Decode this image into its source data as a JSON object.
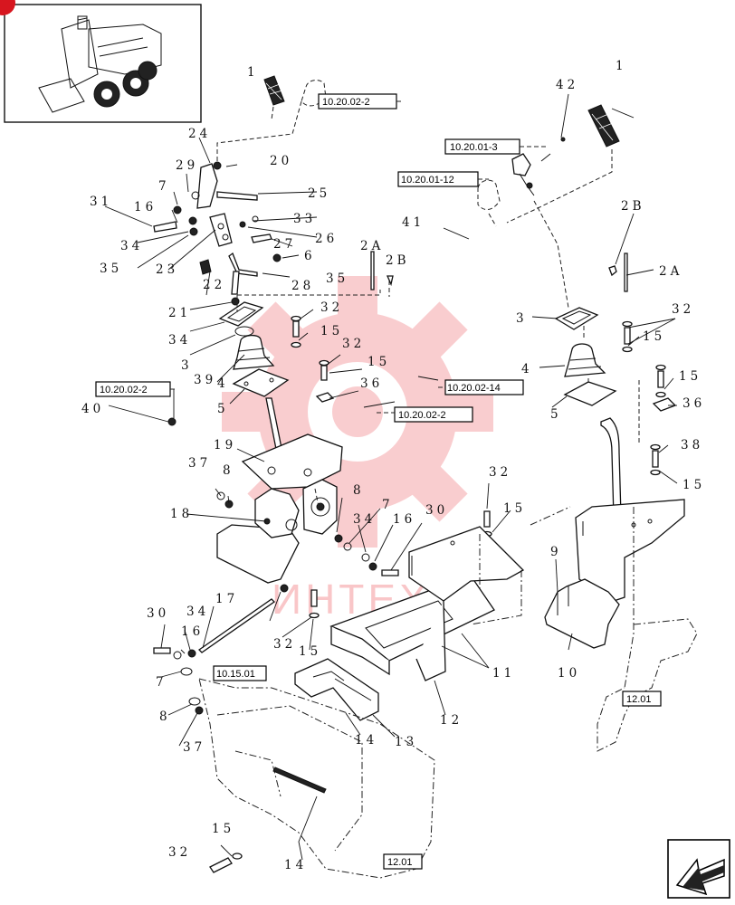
{
  "references": {
    "r1": "10.20.02-2",
    "r2": "10.20.01-3",
    "r3": "10.20.01-12",
    "r4": "10.20.02-2",
    "r5": "10.20.02-14",
    "r6": "10.20.02-2",
    "r7": "10.15.01",
    "r8": "12.01",
    "r9": "12.01"
  },
  "callouts": {
    "c1a": "1",
    "c1b": "1",
    "c42": "42",
    "c24": "24",
    "c20": "20",
    "c29": "29",
    "c25": "25",
    "c7a": "7",
    "c31a": "31",
    "c16a": "16",
    "c33": "33",
    "c26": "26",
    "c34a": "34",
    "c27": "27",
    "c6": "6",
    "c35a": "35",
    "c23": "23",
    "c35b": "35",
    "c22": "22",
    "c28": "28",
    "c2a": "2A",
    "c2b": "2B",
    "c2b2": "2B",
    "c2a2": "2A",
    "c41": "41",
    "c21": "21",
    "c32a": "32",
    "c34b": "34",
    "c15a": "15",
    "c32b": "32",
    "c3a": "3",
    "c39": "39",
    "c15b": "15",
    "c4a": "4",
    "c36a": "36",
    "c5a": "5",
    "c40": "40",
    "c3b": "3",
    "c32c": "32",
    "c15c": "15",
    "c4b": "4",
    "c15d": "15",
    "c36b": "36",
    "c5b": "5",
    "c38": "38",
    "c15e": "15",
    "c19": "19",
    "c37a": "37",
    "c8a": "8",
    "c18": "18",
    "c8b": "8",
    "c32d": "32",
    "c15f": "15",
    "c7b": "7",
    "c34c": "34",
    "c16b": "16",
    "c30a": "30",
    "c9": "9",
    "c17": "17",
    "c30b": "30",
    "c34d": "34",
    "c16c": "16",
    "c32e": "32",
    "c15g": "15",
    "c11": "11",
    "c10": "10",
    "c7c": "7",
    "c8c": "8",
    "c37b": "37",
    "c14a": "14",
    "c13": "13",
    "c12": "12",
    "c15h": "15",
    "c32f": "32",
    "c14b": "14"
  },
  "watermark": {
    "text": "ИНТЕХ",
    "color": "#e8202a"
  },
  "badge_color": "#d7161f",
  "icons": {
    "thumbnail": "skid-steer-loader-icon",
    "nav": "previous-page-arrow-icon"
  }
}
